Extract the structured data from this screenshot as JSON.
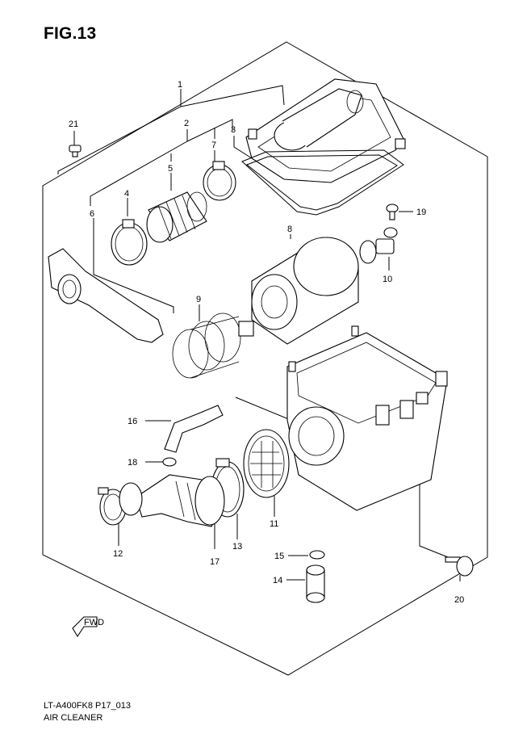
{
  "figure": {
    "title": "FIG.13",
    "code": "LT-A400FK8 P17_013",
    "name": "AIR CLEANER"
  },
  "parts": [
    {
      "id": "callout-1",
      "num": "1"
    },
    {
      "id": "callout-2",
      "num": "2"
    },
    {
      "id": "callout-3",
      "num": "3"
    },
    {
      "id": "callout-4",
      "num": "4"
    },
    {
      "id": "callout-5",
      "num": "5"
    },
    {
      "id": "callout-6",
      "num": "6"
    },
    {
      "id": "callout-7",
      "num": "7"
    },
    {
      "id": "callout-8",
      "num": "8"
    },
    {
      "id": "callout-9",
      "num": "9"
    },
    {
      "id": "callout-10",
      "num": "10"
    },
    {
      "id": "callout-11",
      "num": "11"
    },
    {
      "id": "callout-12",
      "num": "12"
    },
    {
      "id": "callout-13",
      "num": "13"
    },
    {
      "id": "callout-14",
      "num": "14"
    },
    {
      "id": "callout-15",
      "num": "15"
    },
    {
      "id": "callout-16",
      "num": "16"
    },
    {
      "id": "callout-17",
      "num": "17"
    },
    {
      "id": "callout-18",
      "num": "18"
    },
    {
      "id": "callout-19",
      "num": "19"
    },
    {
      "id": "callout-20",
      "num": "20"
    },
    {
      "id": "callout-21",
      "num": "21"
    }
  ],
  "fwd_label": "FWD",
  "colors": {
    "ink": "#000000",
    "paper": "#ffffff"
  }
}
